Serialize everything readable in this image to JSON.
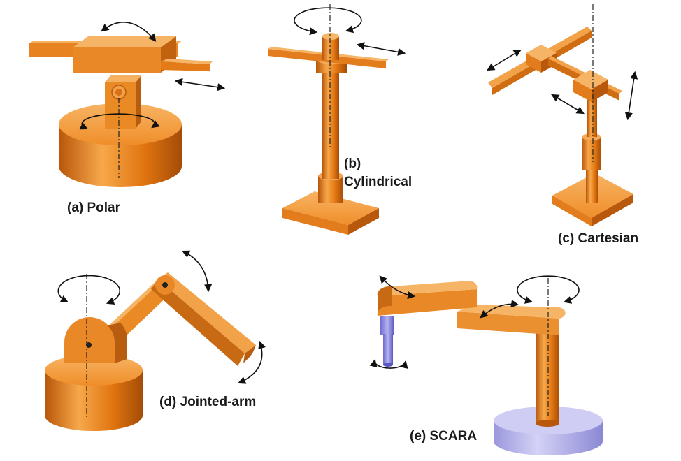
{
  "captions": {
    "polar": "(a) Polar",
    "cylindrical_letter": "(b)",
    "cylindrical_name": "Cylindrical",
    "cartesian": "(c) Cartesian",
    "jointed_arm": "(d) Jointed-arm",
    "scara": "(e) SCARA"
  },
  "colors": {
    "orange_light": "#f5a03c",
    "orange_mid": "#e67a14",
    "orange_dark": "#b8560a",
    "lavender": "#c8c6f0",
    "lavender_dark": "#8b88d4",
    "arrow": "#111111"
  }
}
